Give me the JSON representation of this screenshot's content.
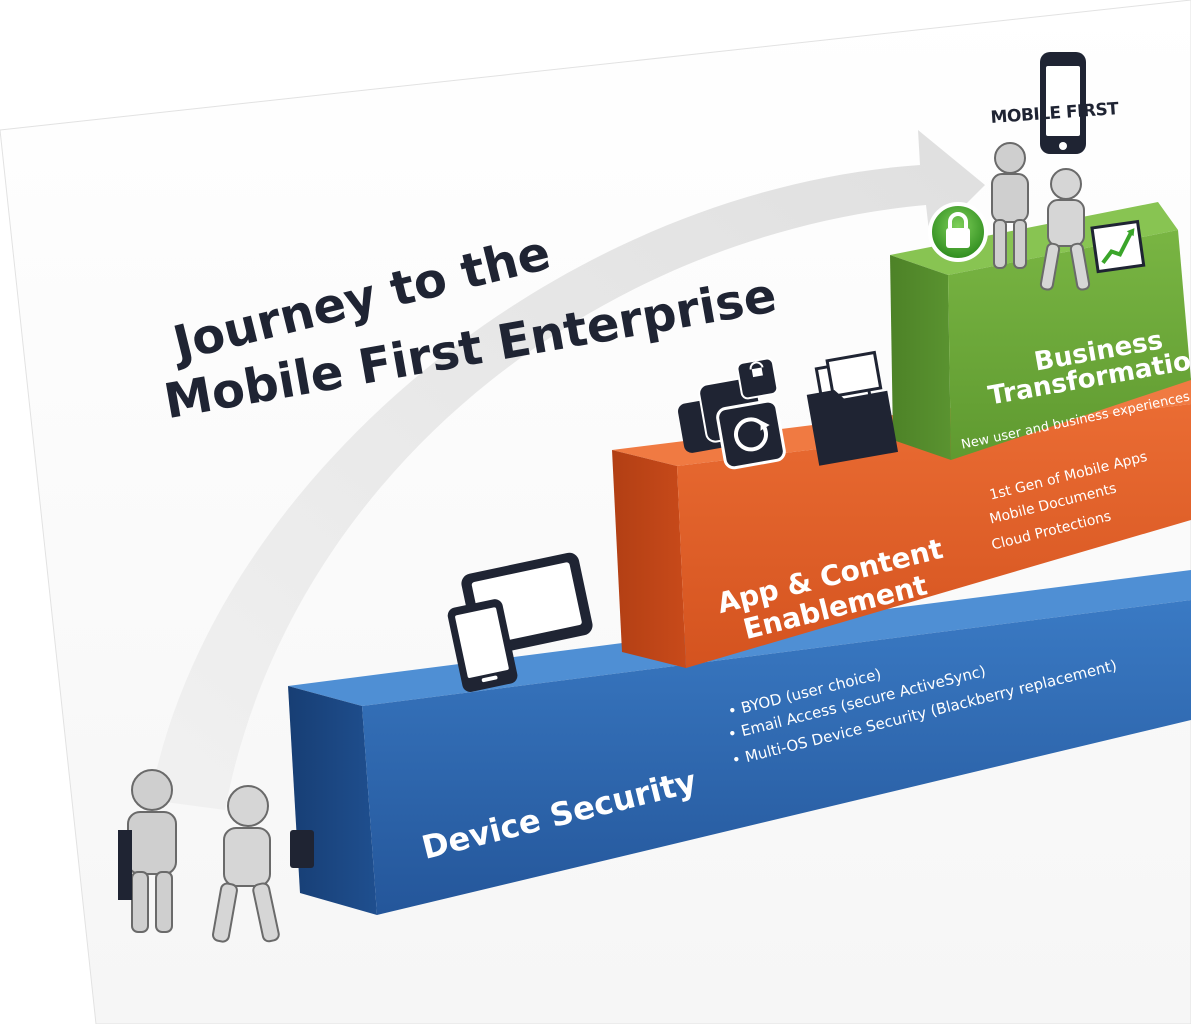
{
  "title": {
    "line1": "Journey to the",
    "line2": "Mobile First Enterprise"
  },
  "badge": {
    "text": "MOBILE FIRST"
  },
  "steps": [
    {
      "name": "Device Security",
      "bullets": [
        "• BYOD (user choice)",
        "• Email Access (secure ActiveSync)",
        "• Multi-OS Device Security (Blackberry replacement)"
      ],
      "color": "#2f6db5"
    },
    {
      "name_line1": "App & Content",
      "name_line2": "Enablement",
      "bullets": [
        "1st Gen of Mobile Apps",
        "Mobile Documents",
        "Cloud Protections"
      ],
      "color": "#e4612a"
    },
    {
      "name_line1": "Business",
      "name_line2": "Transformation",
      "subtitle": "New user and business experiences",
      "color": "#6ba539"
    }
  ],
  "icons": [
    "person-icon",
    "tablet-phone-icon",
    "app-icons",
    "folder-icon",
    "lock-icon",
    "chart-icon",
    "smartphone-icon"
  ]
}
